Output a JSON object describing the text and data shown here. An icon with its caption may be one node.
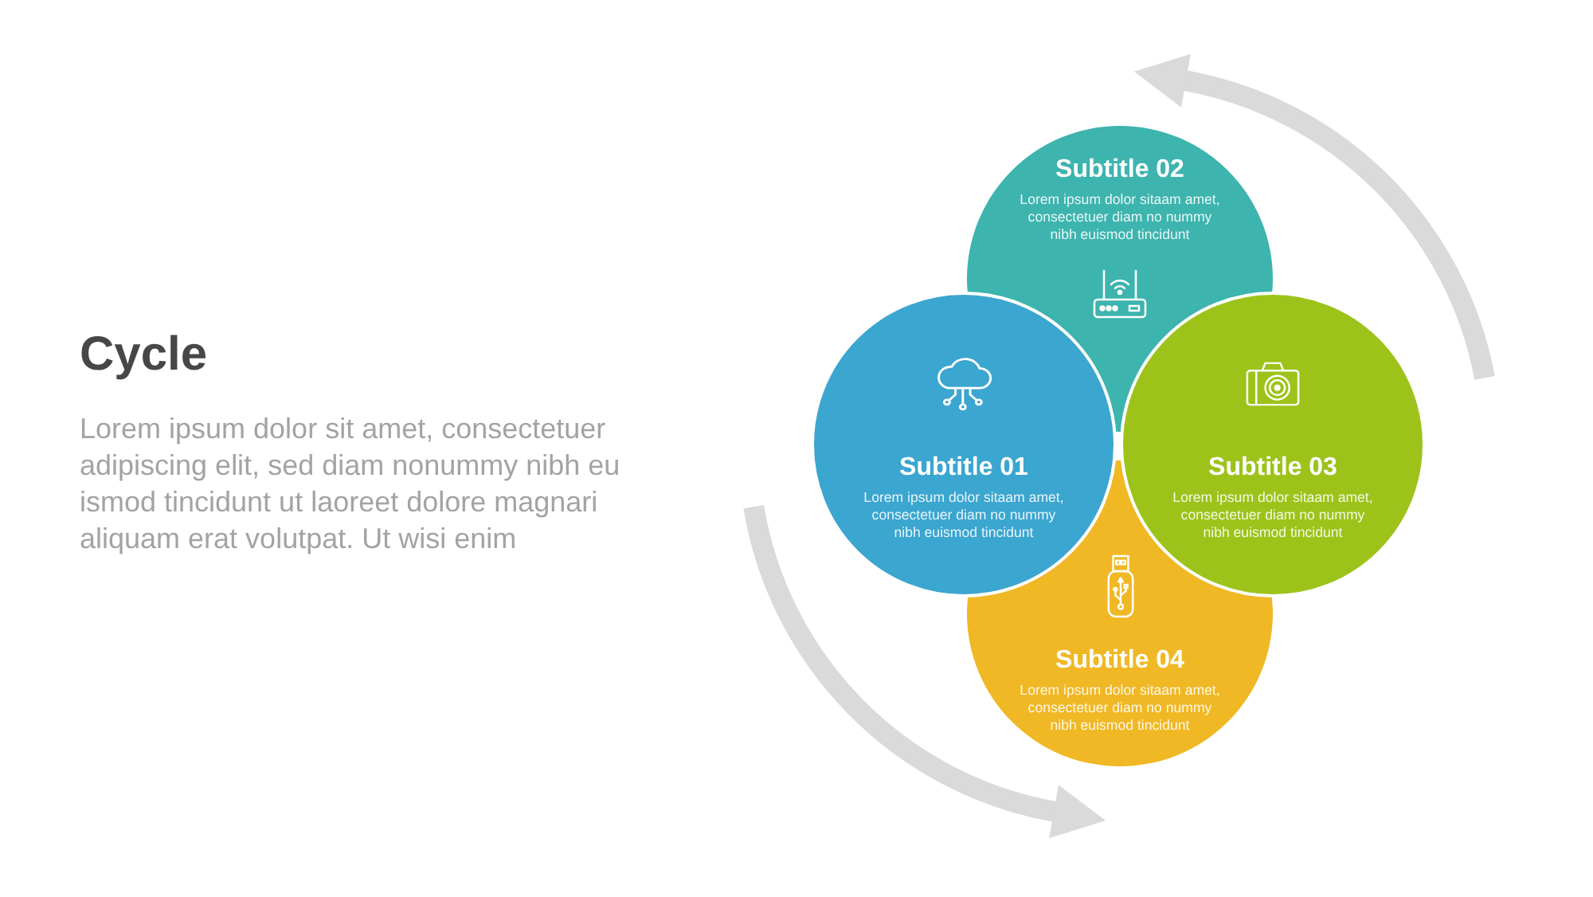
{
  "diagram": {
    "title": "Cycle",
    "nodes": [
      {
        "text": [
          "Subtitle 02",
          "Lorem ipsum dolor sitaam amet, consectetuer diam no nummy nibh euismod tincidunt"
        ]
      },
      {
        "text": [
          "Subtitle 01",
          "Lorem ipsum dolor sitaam amet, consectetuer diam no nummy nibh euismod tincidunt"
        ]
      },
      {
        "text": [
          "Subtitle 03",
          "Lorem ipsum dolor sitaam amet, consectetuer diam no nummy nibh euismod tincidunt"
        ]
      },
      {
        "text": [
          "Subtitle 04",
          "Lorem ipsum dolor sitaam amet, consectetuer diam no nummy nibh euismod tincidunt"
        ]
      }
    ],
    "edges": [
      {
        "from": 2,
        "to": 0,
        "arrow": "to"
      },
      {
        "from": 1,
        "to": 3,
        "arrow": "to"
      }
    ],
    "labels": [
      "Lorem ipsum dolor sit amet, consectetuer adipiscing elit, sed diam nonummy nibh eu ismod tincidunt ut laoreet dolore magnari aliquam erat volutpat. Ut wisi enim"
    ]
  }
}
